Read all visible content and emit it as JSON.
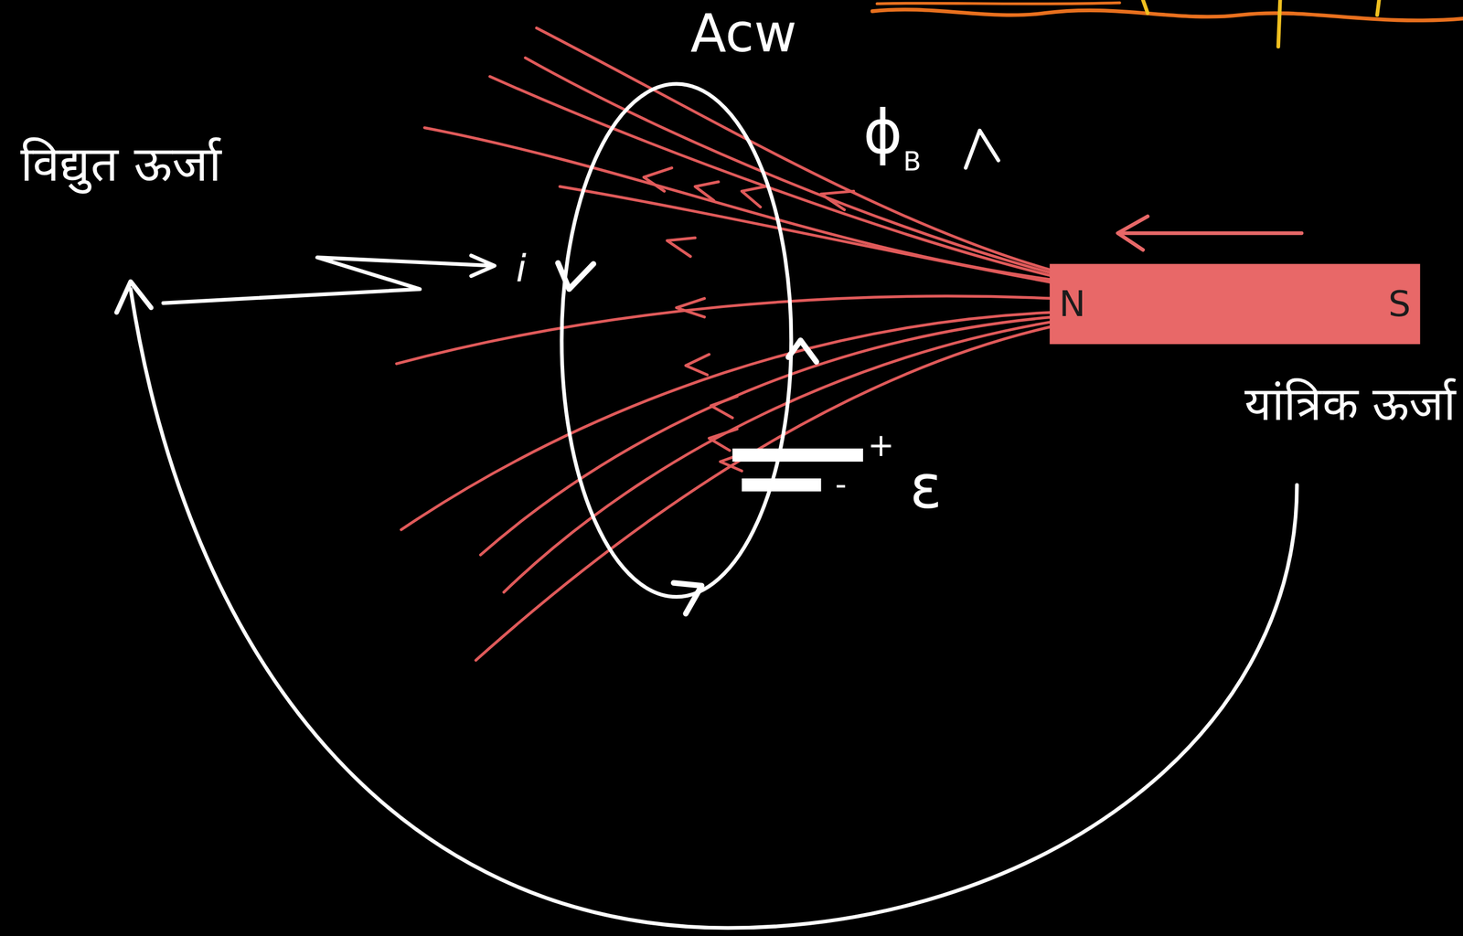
{
  "diagram": {
    "nodes": [
      {
        "text": [
          "N",
          "S"
        ]
      }
    ],
    "labels": [
      "Acw",
      "विद्युत ऊर्जा",
      "i",
      "ϕ",
      "B",
      "+",
      "-",
      "ε",
      "यांत्रिक ऊर्जा"
    ]
  }
}
